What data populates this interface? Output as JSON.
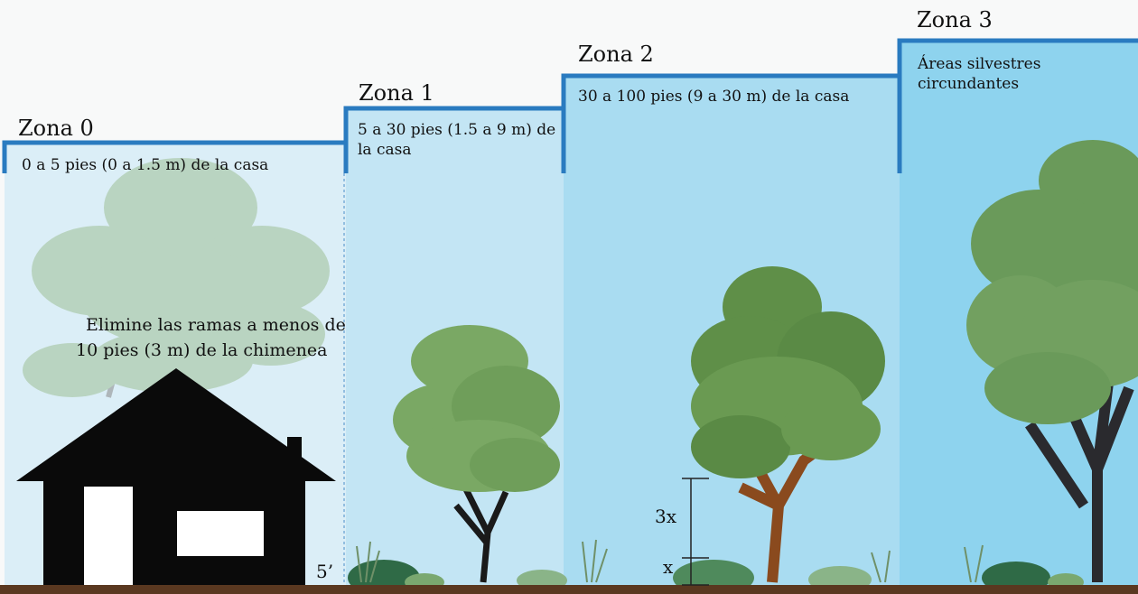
{
  "zones": [
    {
      "title": "Zona 0",
      "description": "0 a 5 pies (0 a 1.5 m) de la casa"
    },
    {
      "title": "Zona 1",
      "description": "5 a 30 pies (1.5 a 9 m) de la casa"
    },
    {
      "title": "Zona 2",
      "description": "30 a 100 pies (9 a 30 m) de la casa"
    },
    {
      "title": "Zona 3",
      "description": "Áreas silvestres circundantes"
    }
  ],
  "house_note": {
    "line1": "Elimine las ramas a menos de",
    "line2": "10 pies (3 m) de la chimenea"
  },
  "measurements": {
    "distance_label": "5’",
    "height_ratio_label": "3x",
    "base_label": "x"
  },
  "colors": {
    "zone_line": "#2a7bc0",
    "zone0_fill": "#dbeef7",
    "zone1_fill": "#c3e5f4",
    "zone2_fill": "#a9dcf1",
    "zone3_fill": "#8ed3ee",
    "ground": "#5a3820",
    "house": "#0a0a0a"
  }
}
